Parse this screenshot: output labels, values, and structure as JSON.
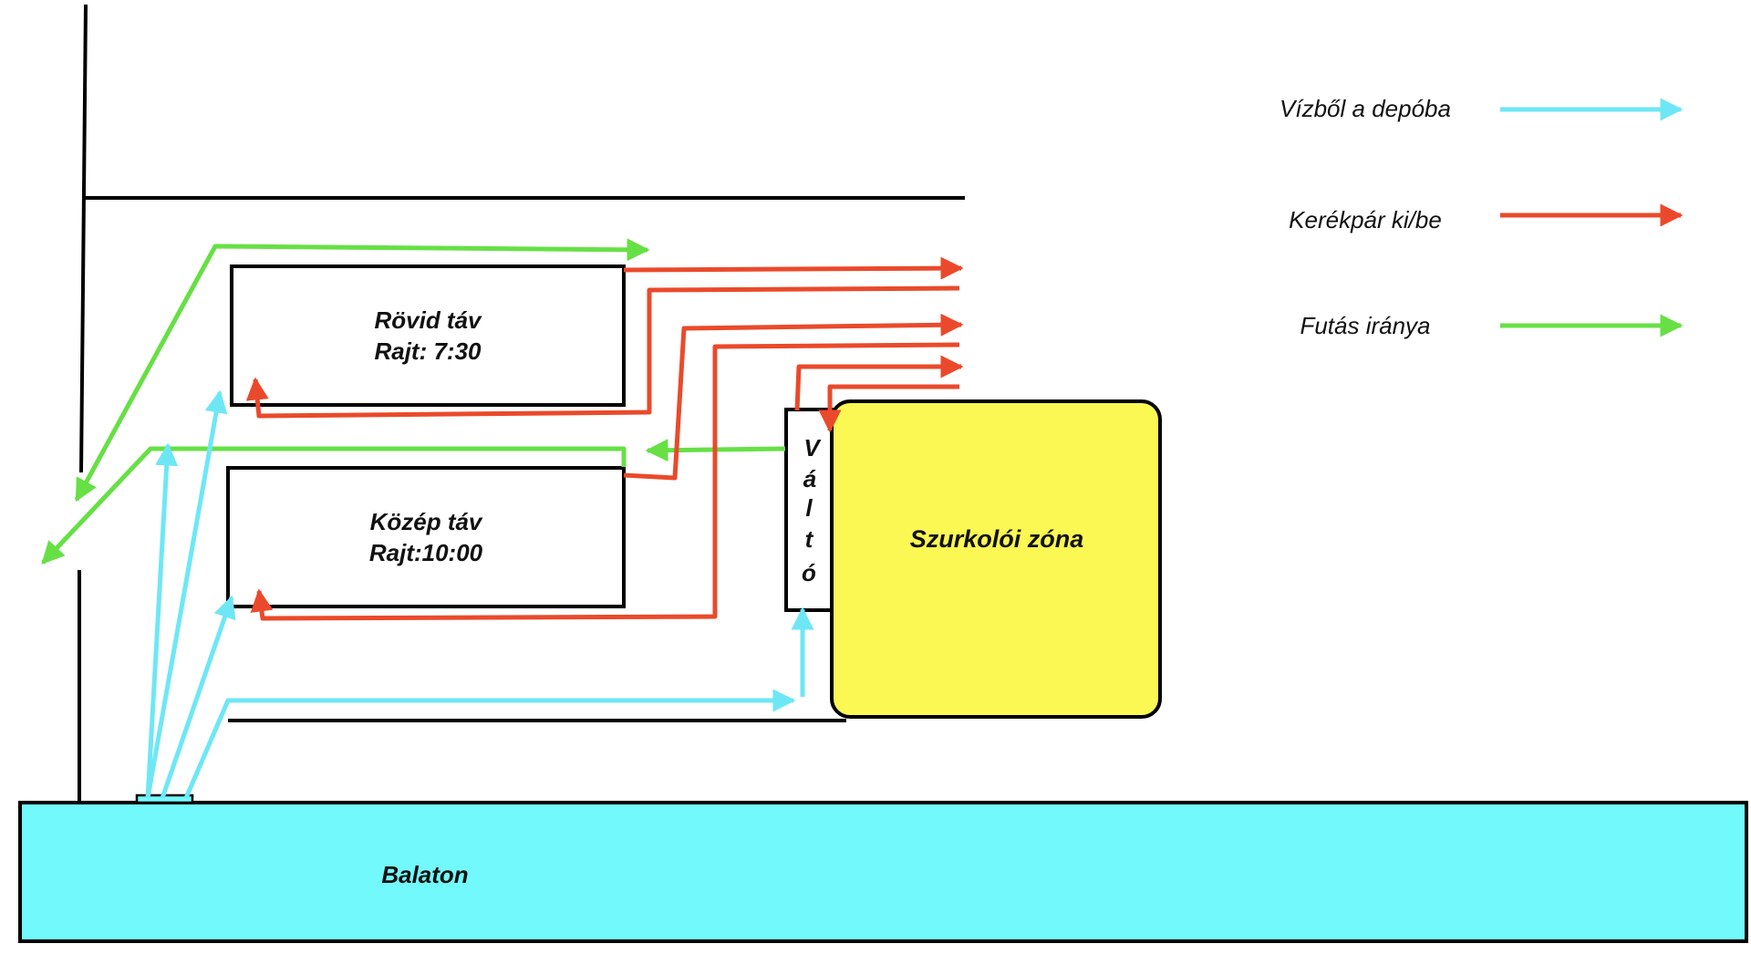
{
  "legend": {
    "swim_to_transition": "Vízből a depóba",
    "bike_in_out": "Kerékpár ki/be",
    "run_direction": "Futás iránya"
  },
  "colors": {
    "swim": "#6ee7f5",
    "bike": "#ea4a2b",
    "run": "#66e045",
    "lake": "#72f9fb",
    "fan_zone": "#fbf854",
    "line": "#000000"
  },
  "areas": {
    "short_distance_title": "Rövid táv",
    "short_distance_start": "Rajt: 7:30",
    "middle_distance_title": "Közép táv",
    "middle_distance_start": "Rajt:10:00",
    "transition_letters": [
      "V",
      "á",
      "l",
      "t",
      "ó"
    ],
    "fan_zone": "Szurkolói zóna",
    "lake": "Balaton"
  }
}
